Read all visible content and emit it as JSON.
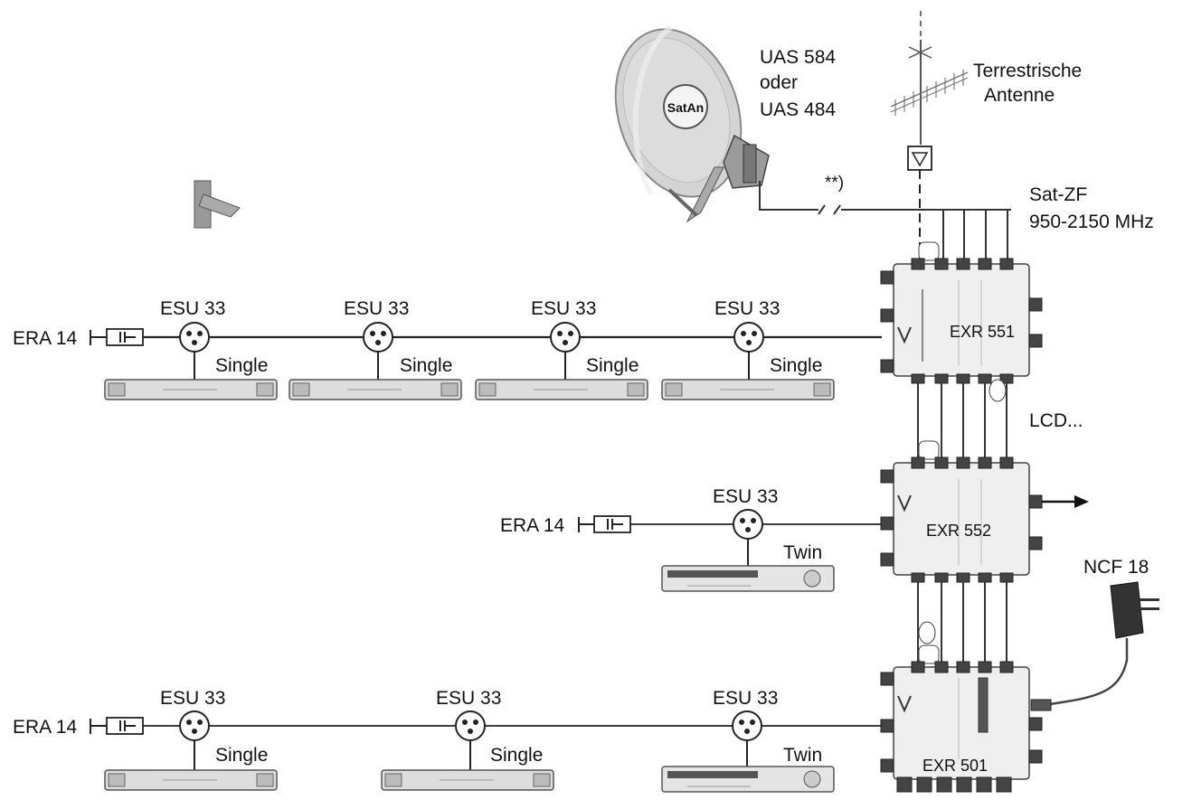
{
  "dish": {
    "brand": "SatAn",
    "lnb_label_line1": "UAS 584",
    "lnb_label_line2": "oder",
    "lnb_label_line3": "UAS 484"
  },
  "antenna": {
    "label_line1": "Terrestrische",
    "label_line2": "Antenne"
  },
  "note": "**)",
  "satzf": {
    "line1": "Sat-ZF",
    "line2": "950-2150 MHz"
  },
  "multiswitches": {
    "top": "EXR 551",
    "middle": "EXR 552",
    "bottom": "EXR 501"
  },
  "lcd": "LCD...",
  "psu": "NCF 18",
  "terminator": "ERA 14",
  "tap": "ESU 33",
  "receiver_single": "Single",
  "receiver_twin": "Twin"
}
